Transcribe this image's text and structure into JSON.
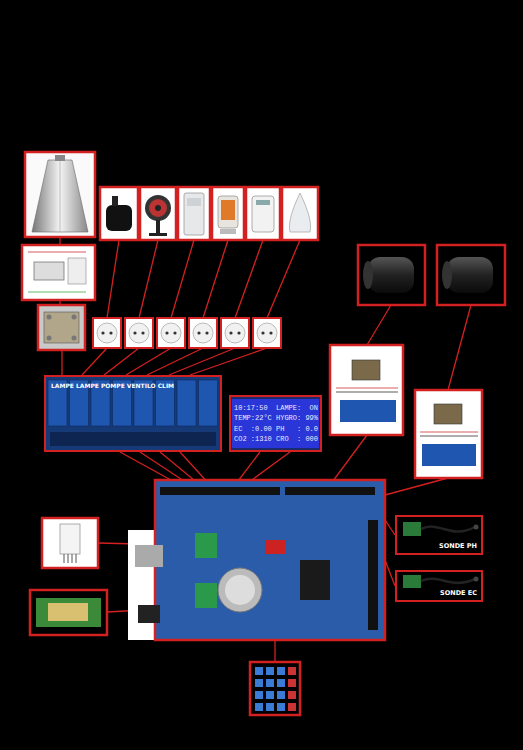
{
  "diagram": {
    "nodes": [
      {
        "text": [
          "LAMPE",
          "LAMPE",
          "POMPE",
          "VENTILO",
          "CLIM"
        ]
      },
      {
        "text": [
          "10:17:50  LAMPE:  ON",
          "TEMP:22°C HYGRO: 99%",
          "EC  :0.00 PH   : 0.0",
          "CO2 :1310 CRO  : 000"
        ]
      },
      {
        "text": [
          "SONDE PH"
        ]
      },
      {
        "text": [
          "SONDE EC"
        ]
      }
    ]
  }
}
